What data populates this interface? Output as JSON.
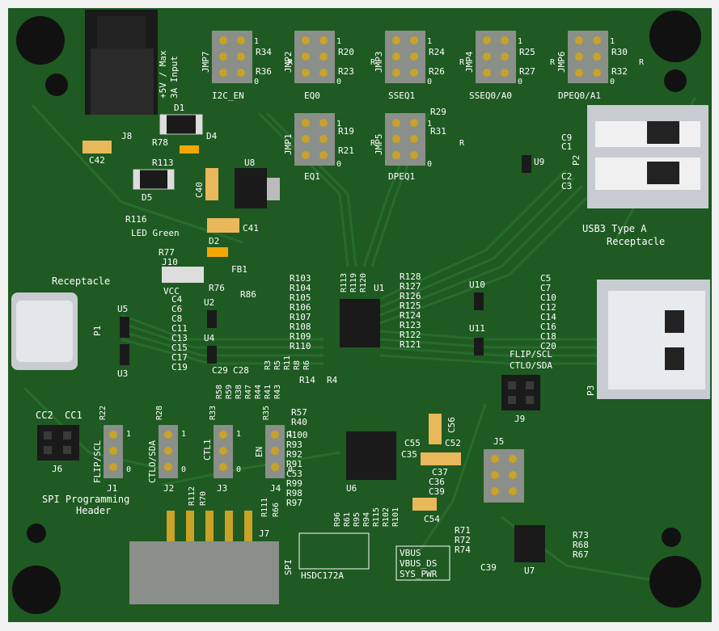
{
  "colors": {
    "background": "#f2f2f2",
    "pcb": "#1e5a22",
    "pcb_dark": "#174a1b",
    "trace": "#2a6f2e",
    "silkscreen": "#ffffff",
    "gold": "#c9a227",
    "header_body": "#8a8f8a",
    "connector_metal": "#c8ccd2",
    "chip": "#1a1a1a"
  },
  "labels": {
    "power_input": "+5V / Max",
    "power_input_2": "3A Input",
    "j8": "J8",
    "d1": "D1",
    "d4": "D4",
    "d5": "D5",
    "r78": "R78",
    "r113": "R113",
    "r116": "R116",
    "c42": "C42",
    "c40": "C40",
    "c41": "C41",
    "u8": "U8",
    "led_green": "LED Green",
    "d2": "D2",
    "r77": "R77",
    "j10": "J10",
    "fb1": "FB1",
    "vcc": "VCC",
    "r76": "R76",
    "r86": "R86",
    "jmp7": "JMP7",
    "jmp2": "JMP2",
    "jmp3": "JMP3",
    "jmp4": "JMP4",
    "jmp6": "JMP6",
    "jmp1": "JMP1",
    "jmp5": "JMP5",
    "i2c_en": "I2C_EN",
    "eq0": "EQ0",
    "sseq1": "SSEQ1",
    "sseq0_a0": "SSEQ0/A0",
    "dpeq0_a1": "DPEQ0/A1",
    "eq1": "EQ1",
    "dpeq1": "DPEQ1",
    "r34": "R34",
    "r36": "R36",
    "r20": "R20",
    "r23": "R23",
    "r24": "R24",
    "r26": "R26",
    "r25": "R25",
    "r27": "R27",
    "r30": "R30",
    "r32": "R32",
    "r19": "R19",
    "r21": "R21",
    "r29": "R29",
    "r31": "R31",
    "pin_one": "1",
    "pin_zero": "0",
    "pin_r": "R",
    "c9": "C9",
    "c1": "C1",
    "c2": "C2",
    "c3": "C3",
    "p2": "P2",
    "u9": "U9",
    "usb3_a_1": "USB3 Type A",
    "usb3_a_2": "Receptacle",
    "receptacle": "Receptacle",
    "p1": "P1",
    "u5": "U5",
    "u3": "U3",
    "u2": "U2",
    "u4": "U4",
    "u1": "U1",
    "u10": "U10",
    "u11": "U11",
    "u6": "U6",
    "u7": "U7",
    "p3": "P3",
    "j9": "J9",
    "flip_scl": "FLIP/SCL",
    "ctlo_sda": "CTLO/SDA",
    "c_left": [
      "C4",
      "C6",
      "C8",
      "C11",
      "C13",
      "C15",
      "C17",
      "C19"
    ],
    "r_u1_left": [
      "R103",
      "R104",
      "R105",
      "R106",
      "R107",
      "R108",
      "R109",
      "R110"
    ],
    "r_u1_top": [
      "R113",
      "R119",
      "R120"
    ],
    "r_u1_right": [
      "R128",
      "R127",
      "R126",
      "R125",
      "R124",
      "R123",
      "R122",
      "R121"
    ],
    "c_right": [
      "C5",
      "C7",
      "C10",
      "C12",
      "C14",
      "C16",
      "C18",
      "C20"
    ],
    "r_mid": [
      "R58",
      "R59",
      "R38",
      "R47",
      "R44",
      "R41",
      "R43"
    ],
    "c29": "C29",
    "c28": "C28",
    "r_mid2": [
      "R3",
      "R5",
      "R11",
      "R8",
      "R6"
    ],
    "r14": "R14",
    "r4": "R4",
    "r57": "R57",
    "r40": "R40",
    "r_u6_left": [
      "R100",
      "R93",
      "R92",
      "R91",
      "C53",
      "R99",
      "R98",
      "R97"
    ],
    "r_u6_bottom": [
      "R96",
      "R61",
      "R95",
      "R94",
      "R115",
      "R102",
      "R101"
    ],
    "c56": "C56",
    "c55": "C55",
    "c52": "C52",
    "c35": "C35",
    "c37": "C37",
    "c36": "C36",
    "c39": "C39",
    "c54": "C54",
    "c39b": "C39",
    "j5": "J5",
    "r71": "R71",
    "r72": "R72",
    "r74": "R74",
    "r73": "R73",
    "r68": "R68",
    "r67": "R67",
    "vbus": "VBUS",
    "vbus_ds": "VBUS_DS",
    "sys_pwr": "SYS_PWR",
    "hsdc": "HSDC172A",
    "spi": "SPI",
    "j7": "J7",
    "cc2": "CC2",
    "cc1": "CC1",
    "j6": "J6",
    "r22": "R22",
    "flip_scl_v": "FLIP/SCL",
    "ctlo_sda_v": "CTLO/SDA",
    "r28": "R28",
    "ctl1": "CTL1",
    "r33": "R33",
    "en": "EN",
    "r35": "R35",
    "j1": "J1",
    "j2": "J2",
    "j3": "J3",
    "j4": "J4",
    "r112": "R112",
    "r70": "R70",
    "r111": "R111",
    "r66": "R66",
    "spi_header_1": "SPI Programming",
    "spi_header_2": "Header"
  }
}
